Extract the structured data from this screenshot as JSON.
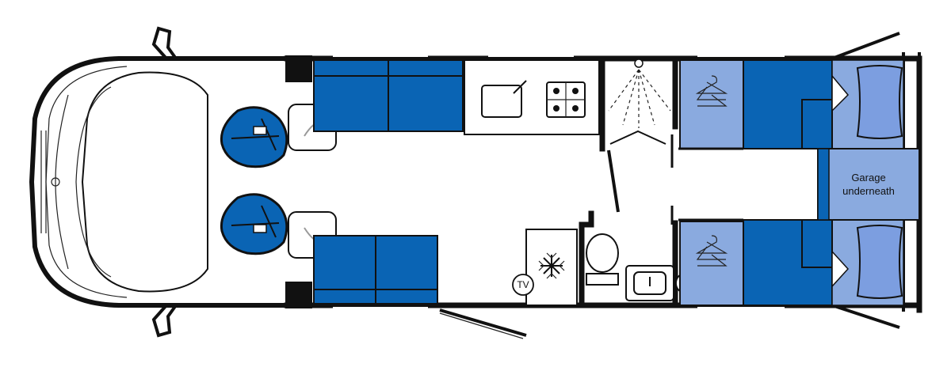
{
  "layout": {
    "garage_label_line1": "Garage",
    "garage_label_line2": "underneath",
    "tv_front": "TV",
    "tv_rear": "TV"
  },
  "colors": {
    "seat_blue": "#0a64b4",
    "bed_light_blue": "#8aaadf",
    "pillow_blue": "#7c9ee0",
    "outline": "#111111",
    "floor": "#ffffff"
  },
  "icons": {
    "cab_seat": "captain-seat-icon",
    "swivel": "swivel-arrow-icon",
    "sink": "sink-icon",
    "hob": "gas-hob-icon",
    "shower": "shower-icon",
    "wardrobe": "coat-hanger-icon",
    "fridge": "snowflake-icon",
    "toilet": "toilet-icon",
    "washbasin": "washbasin-icon"
  }
}
